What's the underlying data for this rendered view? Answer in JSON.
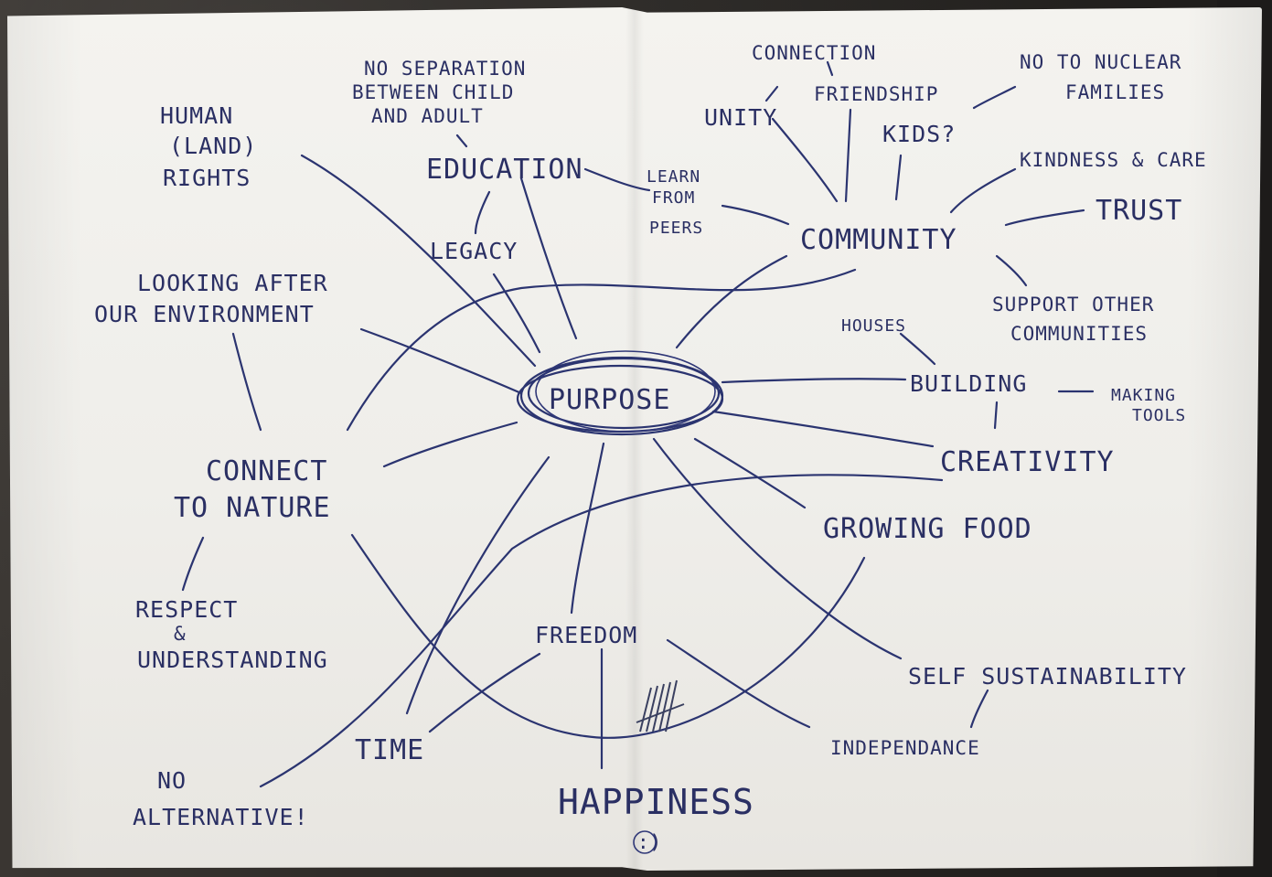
{
  "center": {
    "label": "PURPOSE"
  },
  "nodes": {
    "education": "EDUCATION",
    "no_separation": [
      "NO SEPARATION",
      "BETWEEN CHILD",
      "AND ADULT"
    ],
    "legacy": "LEGACY",
    "learn_from_peers": [
      "LEARN",
      "FROM",
      "PEERS"
    ],
    "human_land_rights": [
      "HUMAN",
      "(LAND)",
      "RIGHTS"
    ],
    "community": "COMMUNITY",
    "connection": "CONNECTION",
    "unity": "UNITY",
    "friendship": "FRIENDSHIP",
    "kids": "KIDS?",
    "no_nuclear": [
      "NO TO NUCLEAR",
      "FAMILIES"
    ],
    "kindness": "KINDNESS & CARE",
    "trust": "TRUST",
    "support": [
      "SUPPORT OTHER",
      "COMMUNITIES"
    ],
    "houses": "HOUSES",
    "building": "BUILDING",
    "making_tools": [
      "MAKING",
      "TOOLS"
    ],
    "creativity": "CREATIVITY",
    "growing_food": "GROWING FOOD",
    "self_sustainability": "SELF SUSTAINABILITY",
    "independance": "INDEPENDANCE",
    "looking_after": [
      "LOOKING AFTER",
      "OUR ENVIRONMENT"
    ],
    "connect_to_nature": [
      "CONNECT",
      "TO NATURE"
    ],
    "respect": [
      "RESPECT",
      "&",
      "UNDERSTANDING"
    ],
    "no_alternative": [
      "NO",
      "ALTERNATIVE!"
    ],
    "freedom": "FREEDOM",
    "time": "TIME",
    "happiness": "HAPPINESS",
    "smiley": ":)"
  },
  "colors": {
    "ink": "#2b3470",
    "paper": "#f2f1ed",
    "background": "#2a2724"
  }
}
